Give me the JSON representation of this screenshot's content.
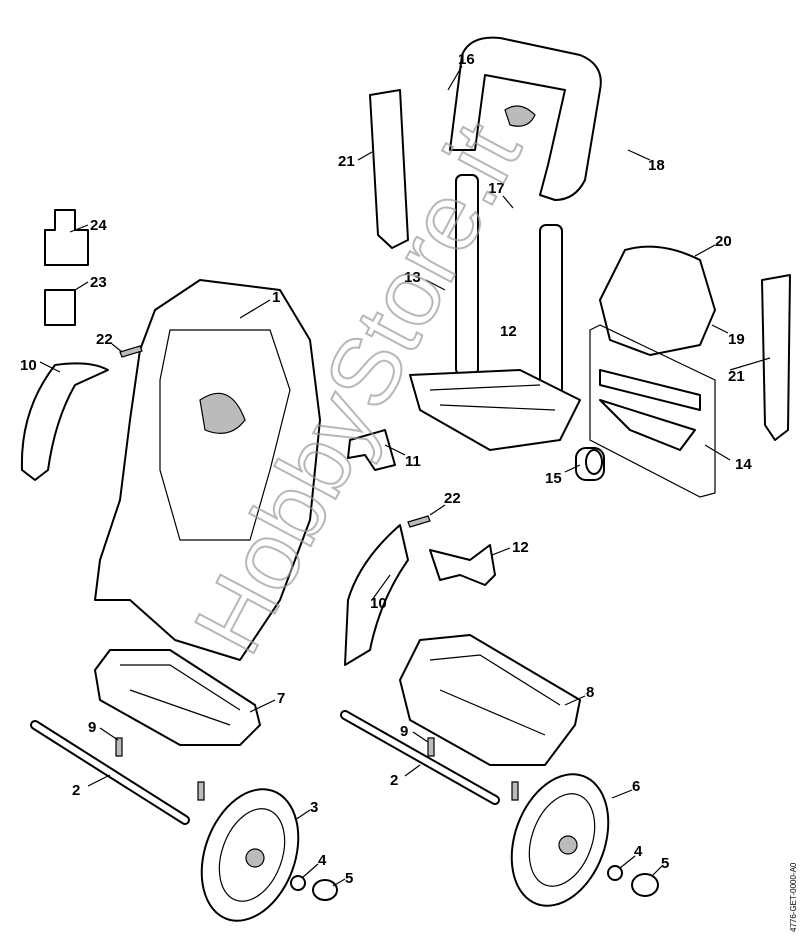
{
  "callouts": [
    "16",
    "21",
    "18",
    "17",
    "24",
    "23",
    "1",
    "13",
    "20",
    "19",
    "22",
    "10",
    "12",
    "21",
    "14",
    "11",
    "15",
    "22",
    "12",
    "10",
    "7",
    "8",
    "9",
    "9",
    "2",
    "2",
    "3",
    "6",
    "4",
    "5",
    "4",
    "5"
  ],
  "watermark": "HobbyStore.it",
  "drawing_code": "4776-GET-0000-A0"
}
